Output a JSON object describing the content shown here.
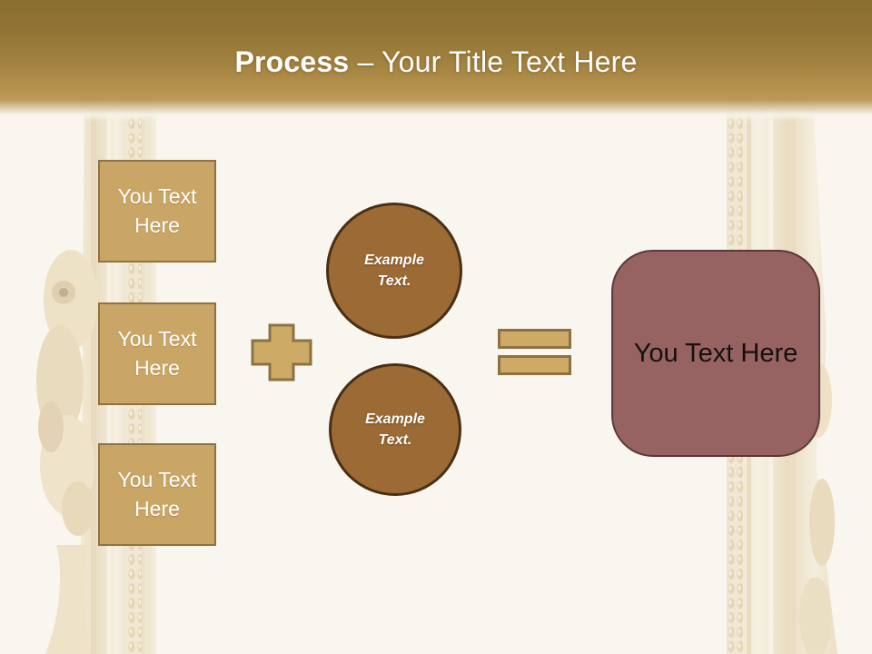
{
  "slide": {
    "header": {
      "title_bold": "Process",
      "title_rest": " – Your Title Text Here"
    },
    "inputs": [
      {
        "label": "You Text Here"
      },
      {
        "label": "You Text Here"
      },
      {
        "label": "You Text Here"
      }
    ],
    "examples": [
      {
        "label": "Example Text."
      },
      {
        "label": "Example Text."
      }
    ],
    "result": {
      "label": "You Text Here"
    },
    "colors": {
      "page_bg": "#f8f6ef",
      "title_color": "#ffffff",
      "tan_fill": "#c9a666",
      "tan_border": "#8d7243",
      "gold_shape_fill": "#cdaa66",
      "gold_shape_border": "#8c7143",
      "brown_fill": "#9c6b35",
      "brown_border": "#4a2f15",
      "mauve_fill": "#966262",
      "mauve_border": "#5c3838"
    }
  }
}
